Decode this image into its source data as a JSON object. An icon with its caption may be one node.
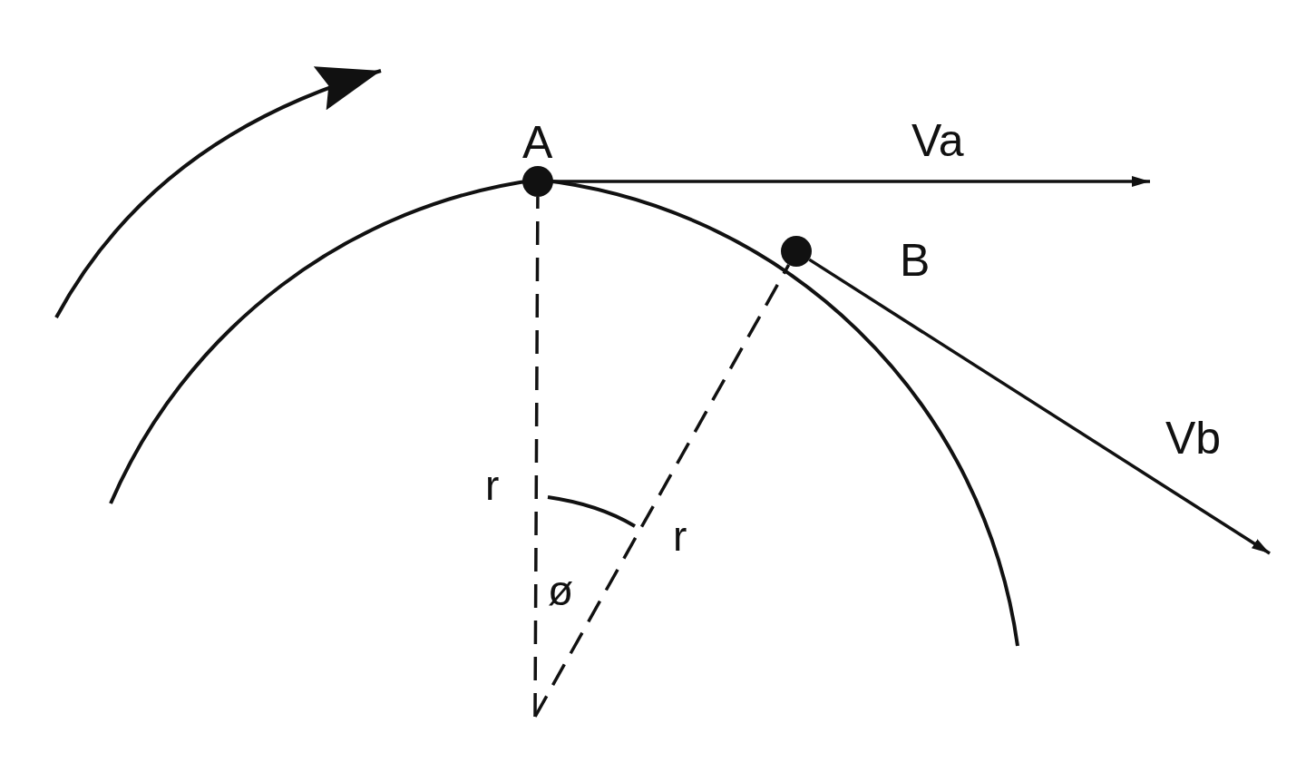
{
  "diagram": {
    "nodes": [
      {
        "text": [],
        "shape": "circle",
        "beside": [
          "A"
        ]
      },
      {
        "text": [],
        "shape": "circle",
        "beside": [
          "B"
        ]
      }
    ],
    "edges": [
      {
        "from": 0,
        "to": null,
        "arrow": "to",
        "label": "Va"
      },
      {
        "from": 1,
        "to": null,
        "arrow": "to",
        "label": "Vb"
      },
      {
        "from": null,
        "to": 0,
        "arrow": "none",
        "style": "dashed"
      },
      {
        "from": null,
        "to": 1,
        "arrow": "none",
        "style": "dashed"
      }
    ],
    "labels": [
      "r",
      "r",
      "ø"
    ]
  }
}
